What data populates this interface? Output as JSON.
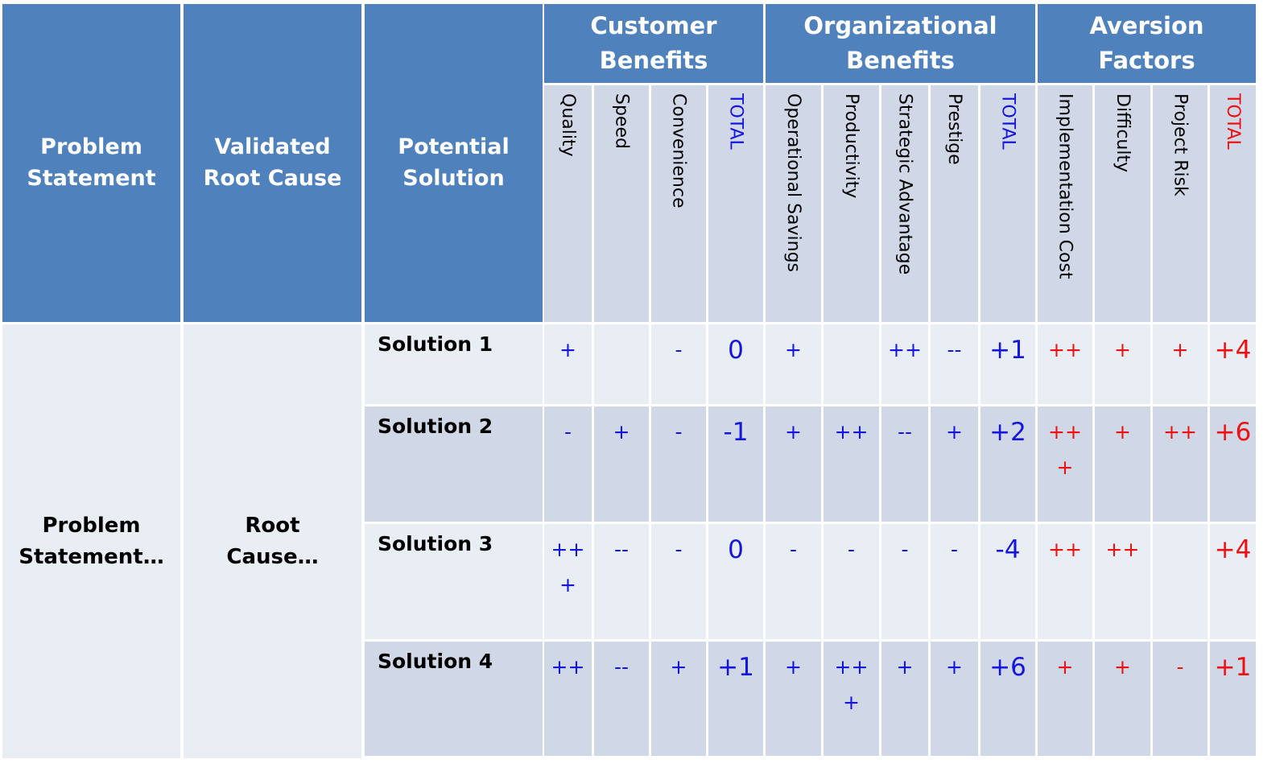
{
  "colors": {
    "header_bg": "#4f81bd",
    "row_light": "#e9edf4",
    "row_dark": "#d0d8e7",
    "benefit": "#1515e0",
    "aversion": "#ee1111",
    "text": "#000000",
    "grid": "#ffffff"
  },
  "headers": {
    "problem_statement": "Problem Statement",
    "validated_root_cause": "Validated Root Cause",
    "potential_solution": "Potential Solution"
  },
  "groups": [
    {
      "id": "customer",
      "label": "Customer Benefits",
      "kind": "benefit",
      "columns": [
        {
          "label": "Quality",
          "total": false
        },
        {
          "label": "Speed",
          "total": false
        },
        {
          "label": "Convenience",
          "total": false
        },
        {
          "label": "TOTAL",
          "total": true
        }
      ]
    },
    {
      "id": "organizational",
      "label": "Organizational Benefits",
      "kind": "benefit",
      "columns": [
        {
          "label": "Operational Savings",
          "total": false
        },
        {
          "label": "Productivity",
          "total": false
        },
        {
          "label": "Strategic Advantage",
          "total": false
        },
        {
          "label": "Prestige",
          "total": false
        },
        {
          "label": "TOTAL",
          "total": true
        }
      ]
    },
    {
      "id": "aversion",
      "label": "Aversion Factors",
      "kind": "aversion",
      "columns": [
        {
          "label": "Implementation Cost",
          "total": false
        },
        {
          "label": "Difficulty",
          "total": false
        },
        {
          "label": "Project Risk",
          "total": false
        },
        {
          "label": "TOTAL",
          "total": true
        }
      ]
    }
  ],
  "body": {
    "problem_statement": "Problem Statement…",
    "root_cause": "Root Cause…"
  },
  "rows": [
    {
      "solution": "Solution 1",
      "values": [
        "+",
        "",
        "-",
        "0",
        "+",
        "",
        "++",
        "--",
        "+1",
        "++",
        "+",
        "+",
        "+4"
      ]
    },
    {
      "solution": "Solution 2",
      "values": [
        "-",
        "+",
        "-",
        "-1",
        "+",
        "++",
        "--",
        "+",
        "+2",
        "+++",
        "+",
        "++",
        "+6"
      ]
    },
    {
      "solution": "Solution 3",
      "values": [
        "+++",
        "--",
        "-",
        "0",
        "-",
        "-",
        "-",
        "-",
        "-4",
        "++",
        "++",
        "",
        "+4"
      ]
    },
    {
      "solution": "Solution 4",
      "values": [
        "++",
        "--",
        "+",
        "+1",
        "+",
        "+++",
        "+",
        "+",
        "+6",
        "+",
        "+",
        "-",
        "+1"
      ]
    }
  ]
}
